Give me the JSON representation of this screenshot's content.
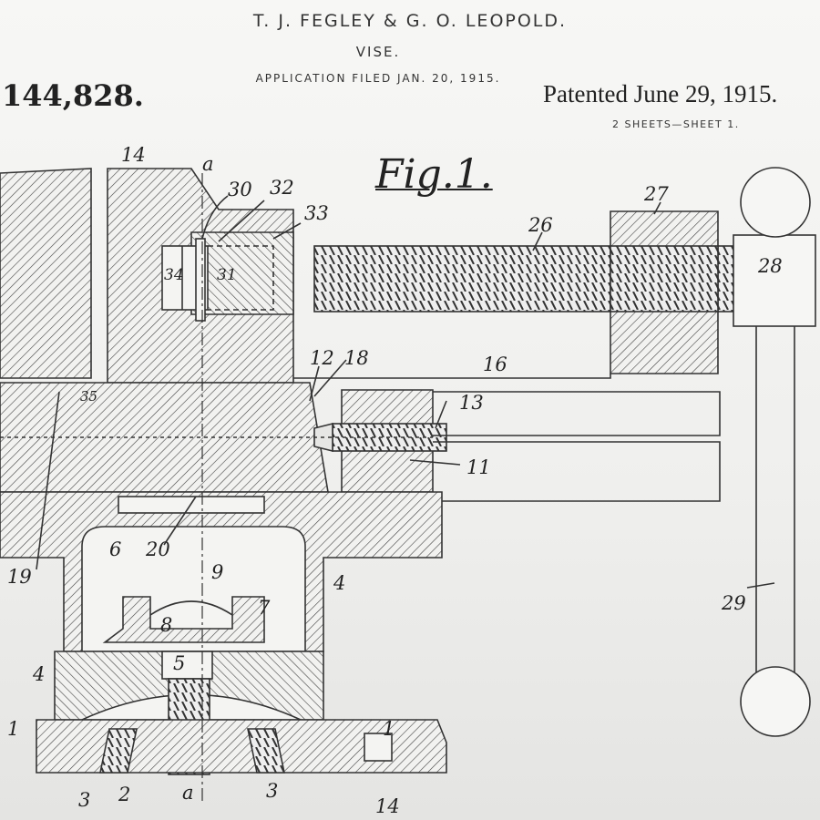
{
  "header": {
    "inventors": "T. J. FEGLEY & G. O. LEOPOLD.",
    "title": "VISE.",
    "filed": "APPLICATION FILED JAN. 20, 1915.",
    "patent_number": "144,828.",
    "patented": "Patented June 29, 1915.",
    "sheets": "2 SHEETS—SHEET 1."
  },
  "figure": {
    "label": "Fig.1."
  },
  "refs": {
    "r14_top": "14",
    "r_a_top": "a",
    "r30": "30",
    "r32": "32",
    "r33": "33",
    "r27": "27",
    "r26": "26",
    "r28": "28",
    "r34": "34",
    "r31": "31",
    "r12": "12",
    "r18": "18",
    "r16": "16",
    "r35": "35",
    "r13": "13",
    "r11": "11",
    "r19": "19",
    "r6": "6",
    "r20": "20",
    "r9": "9",
    "r4_right": "4",
    "r7": "7",
    "r8": "8",
    "r29": "29",
    "r4_left": "4",
    "r5": "5",
    "r1_left": "1",
    "r1_right": "1",
    "r3_left": "3",
    "r2": "2",
    "r_a_bottom": "a",
    "r3_right": "3",
    "r14_bottom": "14"
  }
}
